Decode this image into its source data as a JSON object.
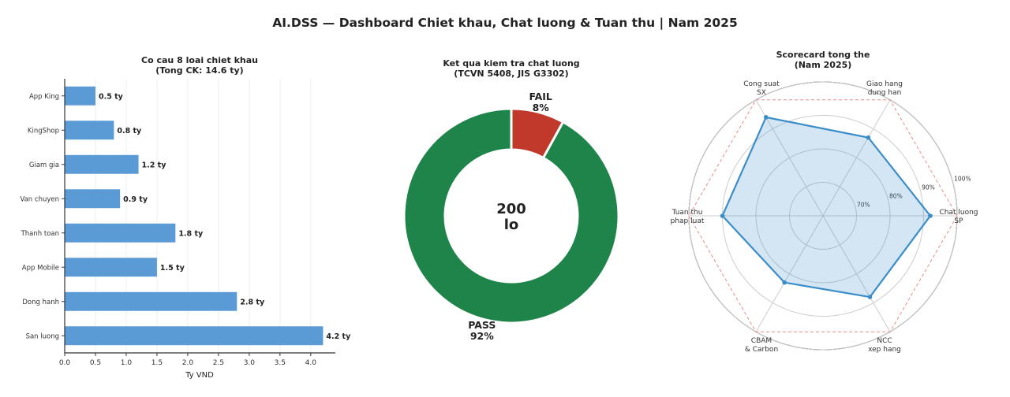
{
  "suptitle": "AI.DSS — Dashboard Chiet khau, Chat luong & Tuan thu  |  Nam 2025",
  "chart_data": [
    {
      "type": "bar",
      "orientation": "horizontal",
      "title": "Co cau 8 loai chiet khau",
      "subtitle": "(Tong CK: 14.6 ty)",
      "xlabel": "Ty VND",
      "ylabel": "",
      "categories": [
        "San luong",
        "Dong hanh",
        "App Mobile",
        "Thanh toan",
        "Van chuyen",
        "Giam gia",
        "KingShop",
        "App King"
      ],
      "values": [
        4.2,
        2.8,
        1.5,
        1.8,
        0.9,
        1.2,
        0.8,
        0.5
      ],
      "value_suffix": " ty",
      "xlim": [
        0,
        4.4
      ],
      "xticks": [
        "0.0",
        "0.5",
        "1.0",
        "1.5",
        "2.0",
        "2.5",
        "3.0",
        "3.5",
        "4.0"
      ],
      "bar_color": "#5b9bd5",
      "grid": "vertical"
    },
    {
      "type": "pie",
      "style": "donut",
      "title": "Ket qua kiem tra chat luong",
      "subtitle": "(TCVN 5408, JIS G3302)",
      "center_value": "200",
      "center_unit": "lo",
      "slices": [
        {
          "label": "PASS",
          "value": 92,
          "pct_label": "92%",
          "color": "#1f844a"
        },
        {
          "label": "FAIL",
          "value": 8,
          "pct_label": "8%",
          "color": "#c0392b"
        }
      ]
    },
    {
      "type": "radar",
      "title": "Scorecard tong the",
      "subtitle": "(Nam 2025)",
      "axes": [
        {
          "label": "Chat luong\nSP",
          "value": 92
        },
        {
          "label": "Giao hang\ndung han",
          "value": 87
        },
        {
          "label": "Cong suat\nSX",
          "value": 94
        },
        {
          "label": "Tuan thu\nphap luat",
          "value": 90
        },
        {
          "label": "CBAM\n& Carbon",
          "value": 83
        },
        {
          "label": "NCC\nxep hang",
          "value": 88
        }
      ],
      "rlim": [
        60,
        100
      ],
      "rticks": [
        "70%",
        "80%",
        "90%",
        "100%"
      ],
      "target_value": 100,
      "series_color": "#3a8dc9",
      "target_color": "#e88c8c"
    }
  ]
}
